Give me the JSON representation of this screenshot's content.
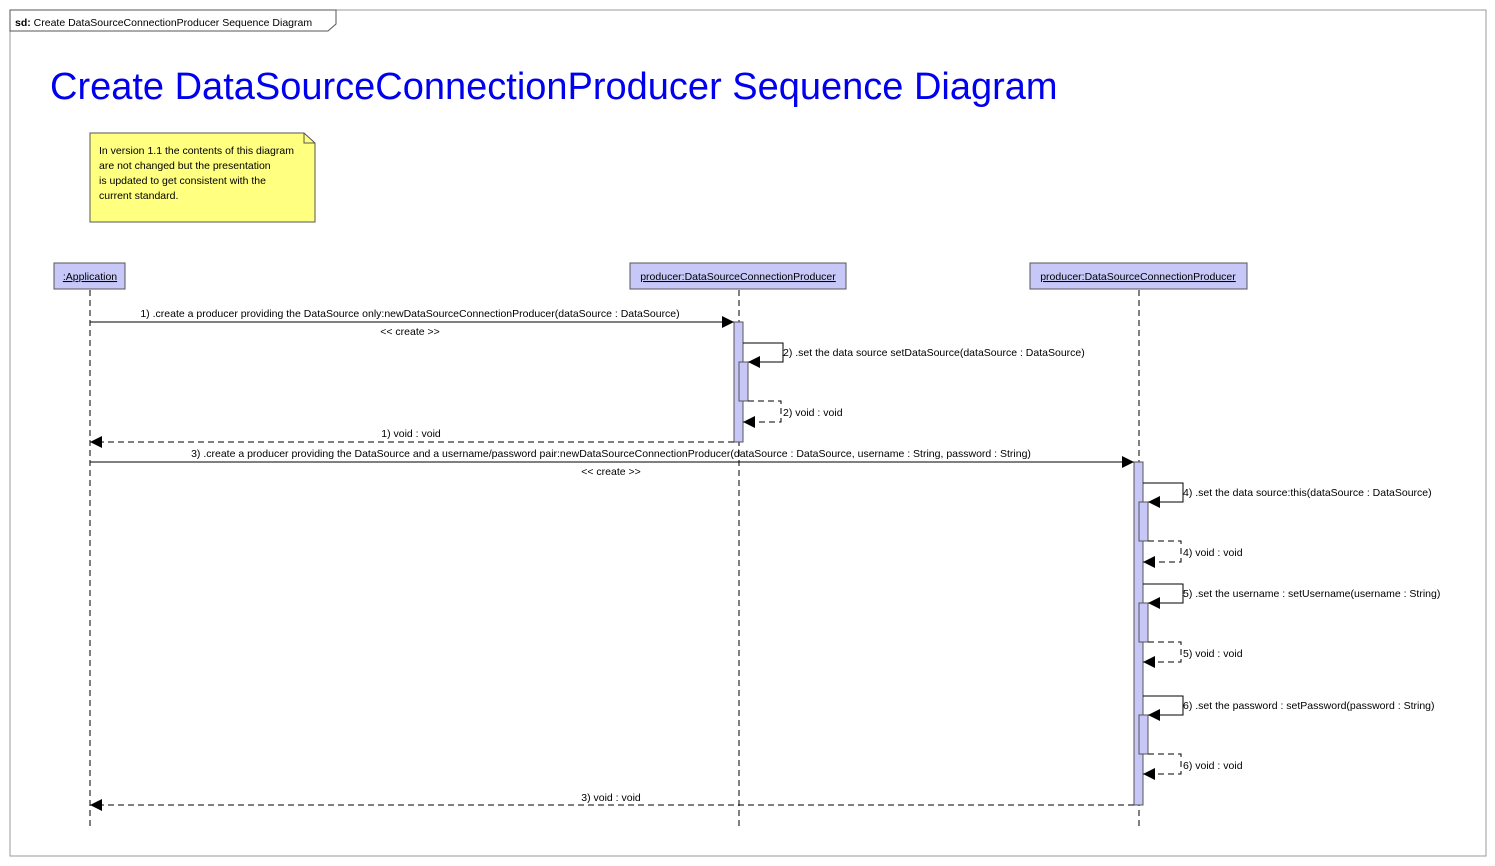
{
  "frame": {
    "tag_bold": "sd:",
    "tag_text": "Create DataSourceConnectionProducer Sequence Diagram"
  },
  "title": "Create DataSourceConnectionProducer Sequence Diagram",
  "note": {
    "lines": [
      "In version 1.1 the contents of this diagram",
      "are not changed but the presentation",
      "is updated to get consistent with the",
      " current standard."
    ]
  },
  "lifelines": [
    {
      "id": "app",
      "label": ":Application"
    },
    {
      "id": "p1",
      "label": "producer:DataSourceConnectionProducer"
    },
    {
      "id": "p2",
      "label": "producer:DataSourceConnectionProducer"
    }
  ],
  "messages": {
    "m1": "1) .create a producer providing the DataSource only:newDataSourceConnectionProducer(dataSource : DataSource)",
    "m1_stereo": "<< create >>",
    "m2": "2) .set the data source setDataSource(dataSource : DataSource)",
    "m2_ret": "2) void : void",
    "m1_ret": "1) void : void",
    "m3": "3) .create a producer providing the DataSource and a username/password pair:newDataSourceConnectionProducer(dataSource : DataSource, username : String, password : String)",
    "m3_stereo": "<< create >>",
    "m4": "4) .set the data source:this(dataSource : DataSource)",
    "m4_ret": "4) void : void",
    "m5": "5) .set the username : setUsername(username : String)",
    "m5_ret": "5) void : void",
    "m6": "6) .set the password : setPassword(password : String)",
    "m6_ret": "6) void : void",
    "m3_ret": "3) void : void"
  },
  "colors": {
    "title": "#0000ee",
    "note_fill": "#ffff80",
    "lifeline_fill": "#c8c8f8",
    "activation_fill": "#c8c8f8",
    "frame_border": "#999999"
  }
}
